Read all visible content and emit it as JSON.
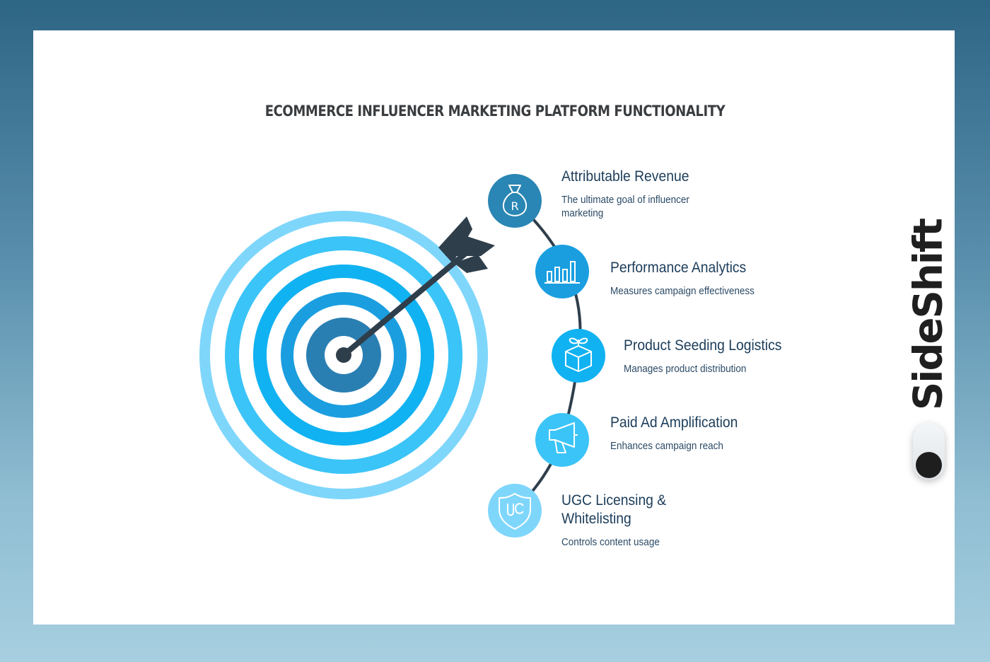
{
  "title": "ECOMMERCE INFLUENCER MARKETING PLATFORM FUNCTIONALITY",
  "brand": "SideShift",
  "colors": {
    "ring_outer": "#7fd6fb",
    "ring_2": "#3bc4f7",
    "ring_3": "#11b2f1",
    "ring_4": "#1a9ee0",
    "bullseye": "#2a7fb2",
    "arrow": "#2f3e4b",
    "connector": "#2f3e4b"
  },
  "items": [
    {
      "title": "Attributable Revenue",
      "desc": "The ultimate goal of influencer marketing",
      "icon": "money-bag-icon",
      "color": "#2a86b4"
    },
    {
      "title": "Performance Analytics",
      "desc": "Measures campaign effectiveness",
      "icon": "bar-chart-icon",
      "color": "#1a9ee0"
    },
    {
      "title": "Product Seeding Logistics",
      "desc": "Manages product distribution",
      "icon": "sprouting-box-icon",
      "color": "#11b2f1"
    },
    {
      "title": "Paid Ad Amplification",
      "desc": "Enhances campaign reach",
      "icon": "megaphone-icon",
      "color": "#3bc4f7"
    },
    {
      "title": "UGC Licensing & Whitelisting",
      "desc": "Controls content usage",
      "icon": "shield-icon",
      "color": "#7fd6fb"
    }
  ]
}
